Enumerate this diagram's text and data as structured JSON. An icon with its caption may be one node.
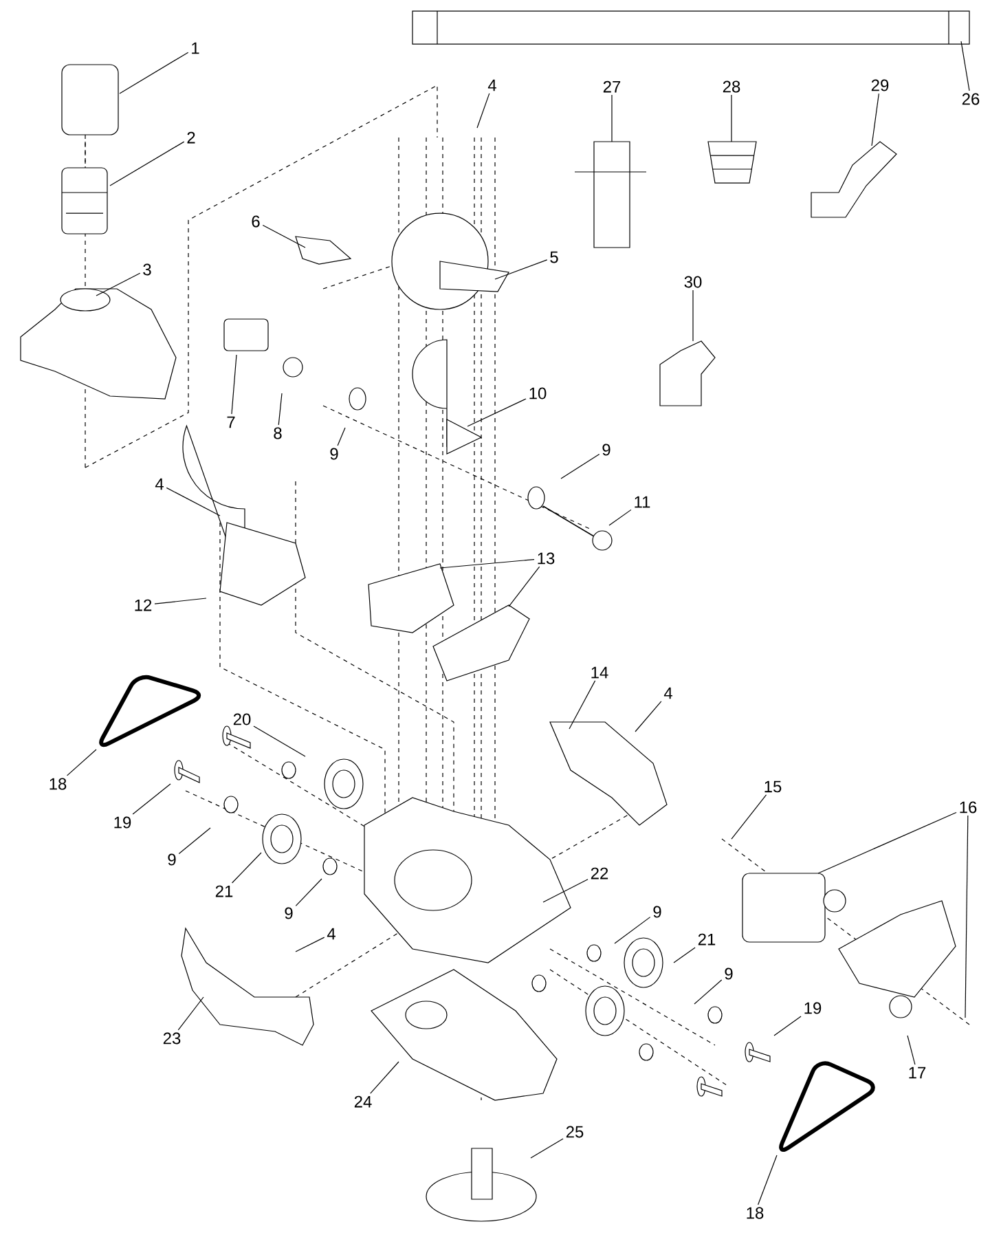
{
  "diagram": {
    "nodes": [
      {
        "text": [
          "1"
        ]
      },
      {
        "text": [
          "2"
        ]
      },
      {
        "text": [
          "3"
        ]
      },
      {
        "text": [
          "4"
        ]
      },
      {
        "text": [
          "27"
        ]
      },
      {
        "text": [
          "28"
        ]
      },
      {
        "text": [
          "29"
        ]
      },
      {
        "text": [
          "26"
        ]
      },
      {
        "text": [
          "6"
        ]
      },
      {
        "text": [
          "5"
        ]
      },
      {
        "text": [
          "30"
        ]
      },
      {
        "text": [
          "7"
        ]
      },
      {
        "text": [
          "8"
        ]
      },
      {
        "text": [
          "10"
        ]
      },
      {
        "text": [
          "9"
        ]
      },
      {
        "text": [
          "9"
        ]
      },
      {
        "text": [
          "11"
        ]
      },
      {
        "text": [
          "4"
        ]
      },
      {
        "text": [
          "13"
        ]
      },
      {
        "text": [
          "12"
        ]
      },
      {
        "text": [
          "14"
        ]
      },
      {
        "text": [
          "4"
        ]
      },
      {
        "text": [
          "20"
        ]
      },
      {
        "text": [
          "18"
        ]
      },
      {
        "text": [
          "19"
        ]
      },
      {
        "text": [
          "15"
        ]
      },
      {
        "text": [
          "16"
        ]
      },
      {
        "text": [
          "9"
        ]
      },
      {
        "text": [
          "22"
        ]
      },
      {
        "text": [
          "21"
        ]
      },
      {
        "text": [
          "9"
        ]
      },
      {
        "text": [
          "9"
        ]
      },
      {
        "text": [
          "21"
        ]
      },
      {
        "text": [
          "4"
        ]
      },
      {
        "text": [
          "9"
        ]
      },
      {
        "text": [
          "19"
        ]
      },
      {
        "text": [
          "23"
        ]
      },
      {
        "text": [
          "17"
        ]
      },
      {
        "text": [
          "24"
        ]
      },
      {
        "text": [
          "25"
        ]
      },
      {
        "text": [
          "18"
        ]
      }
    ],
    "edges": [
      {
        "from": 0,
        "to": null,
        "arrow": "none"
      },
      {
        "from": 1,
        "to": null,
        "arrow": "none"
      },
      {
        "from": 2,
        "to": null,
        "arrow": "none"
      },
      {
        "from": 3,
        "to": null,
        "arrow": "none"
      },
      {
        "from": 4,
        "to": null,
        "arrow": "none"
      },
      {
        "from": 5,
        "to": null,
        "arrow": "none"
      },
      {
        "from": 6,
        "to": null,
        "arrow": "none"
      },
      {
        "from": 7,
        "to": null,
        "arrow": "none"
      },
      {
        "from": 8,
        "to": null,
        "arrow": "none"
      },
      {
        "from": 9,
        "to": null,
        "arrow": "none"
      },
      {
        "from": 10,
        "to": null,
        "arrow": "none"
      },
      {
        "from": 11,
        "to": null,
        "arrow": "none"
      },
      {
        "from": 12,
        "to": null,
        "arrow": "none"
      },
      {
        "from": 13,
        "to": null,
        "arrow": "none"
      },
      {
        "from": 14,
        "to": null,
        "arrow": "none"
      },
      {
        "from": 15,
        "to": null,
        "arrow": "none"
      },
      {
        "from": 16,
        "to": null,
        "arrow": "none"
      },
      {
        "from": 17,
        "to": null,
        "arrow": "none"
      },
      {
        "from": 18,
        "to": null,
        "arrow": "none"
      },
      {
        "from": 18,
        "to": null,
        "arrow": "none"
      },
      {
        "from": 19,
        "to": null,
        "arrow": "none"
      },
      {
        "from": 20,
        "to": null,
        "arrow": "none"
      },
      {
        "from": 21,
        "to": null,
        "arrow": "none"
      },
      {
        "from": 22,
        "to": null,
        "arrow": "none"
      },
      {
        "from": 23,
        "to": null,
        "arrow": "none"
      },
      {
        "from": 24,
        "to": null,
        "arrow": "none"
      },
      {
        "from": 25,
        "to": null,
        "arrow": "none"
      },
      {
        "from": 26,
        "to": null,
        "arrow": "none"
      },
      {
        "from": 26,
        "to": null,
        "arrow": "none"
      },
      {
        "from": 27,
        "to": null,
        "arrow": "none"
      },
      {
        "from": 28,
        "to": null,
        "arrow": "none"
      },
      {
        "from": 29,
        "to": null,
        "arrow": "none"
      },
      {
        "from": 30,
        "to": null,
        "arrow": "none"
      },
      {
        "from": 31,
        "to": null,
        "arrow": "none"
      },
      {
        "from": 32,
        "to": null,
        "arrow": "none"
      },
      {
        "from": 33,
        "to": null,
        "arrow": "none"
      },
      {
        "from": 34,
        "to": null,
        "arrow": "none"
      },
      {
        "from": 35,
        "to": null,
        "arrow": "none"
      },
      {
        "from": 36,
        "to": null,
        "arrow": "none"
      },
      {
        "from": 37,
        "to": null,
        "arrow": "none"
      },
      {
        "from": 38,
        "to": null,
        "arrow": "none"
      },
      {
        "from": 39,
        "to": null,
        "arrow": "none"
      },
      {
        "from": 40,
        "to": null,
        "arrow": "none"
      }
    ]
  }
}
